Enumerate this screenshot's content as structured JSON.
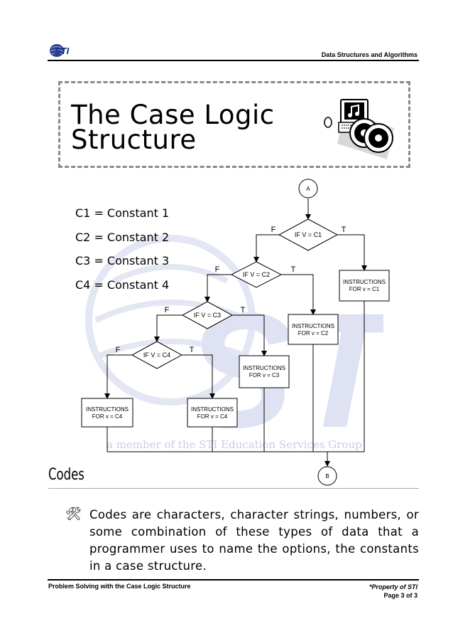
{
  "header": {
    "logo_text": "STI",
    "title": "Data Structures and Algorithms"
  },
  "title": {
    "line1": "The Case Logic",
    "line2": "Structure"
  },
  "constants": [
    "C1 = Constant 1",
    "C2 = Constant 2",
    "C3 = Constant 3",
    "C4 = Constant 4"
  ],
  "flowchart": {
    "start_label": "A",
    "end_label": "B",
    "false_label": "F",
    "true_label": "T",
    "decisions": [
      "IF V = C1",
      "IF V = C2",
      "IF V = C3",
      "IF V = C4"
    ],
    "instructions": [
      [
        "INSTRUCTIONS",
        "FOR v = C1"
      ],
      [
        "INSTRUCTIONS",
        "FOR v = C2"
      ],
      [
        "INSTRUCTIONS",
        "FOR v = C3"
      ],
      [
        "INSTRUCTIONS",
        "FOR v = C4"
      ],
      [
        "INSTRUCTIONS",
        "FOR v = C4"
      ]
    ]
  },
  "watermark": {
    "text": "STI",
    "member_text": "a member of the STI Education Services Group"
  },
  "codes": {
    "heading": "Codes",
    "bullet_icon": "tools-icon",
    "text": "Codes are characters, character strings, numbers, or some combination of these types of data that a programmer uses to name the options, the constants in a case structure."
  },
  "footer": {
    "left": "Problem Solving with the Case Logic Structure",
    "property": "*Property of STI",
    "page": "Page 3 of 3"
  }
}
